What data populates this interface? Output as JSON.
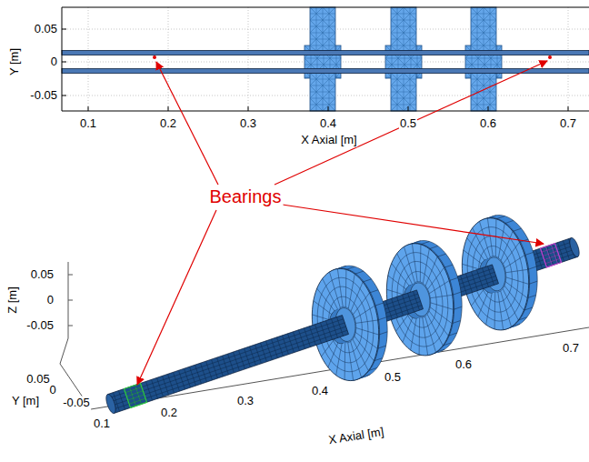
{
  "diagram": {
    "labels": [
      "0.05",
      "0",
      "-0.05",
      "Y [m]",
      "0.1",
      "0.2",
      "0.3",
      "0.4",
      "0.5",
      "0.6",
      "0.7",
      "X Axial [m]",
      "Bearings",
      "0.05",
      "0",
      "-0.05",
      "Z [m]",
      "0.05",
      "0",
      "-0.05",
      "Y [m]",
      "0.1",
      "0.2",
      "0.3",
      "0.4",
      "0.5",
      "0.6",
      "0.7",
      "X Axial [m]"
    ]
  }
}
